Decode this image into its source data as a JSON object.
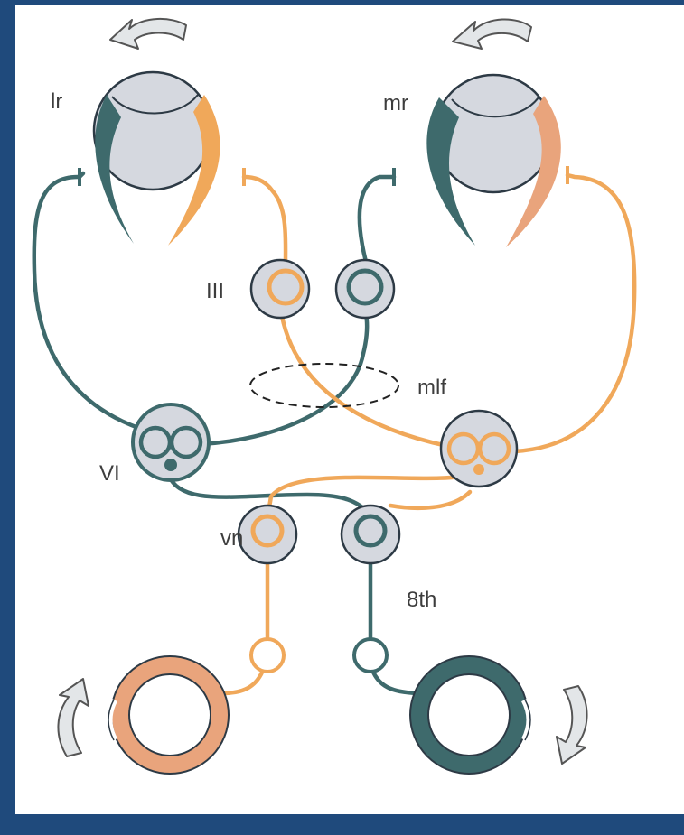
{
  "labels": {
    "lr": "lr",
    "mr": "mr",
    "III": "III",
    "mlf": "mlf",
    "VI": "VI",
    "vn": "vn",
    "eighth": "8th"
  },
  "colors": {
    "frame": "#1f4a7c",
    "panel": "#ffffff",
    "teal": "#3e6a6c",
    "orange": "#f0a85a",
    "salmon": "#e9a47c",
    "eyeball": "#d5d8df",
    "outline": "#2d3a45",
    "arrow_fill": "#e3e6e8"
  }
}
